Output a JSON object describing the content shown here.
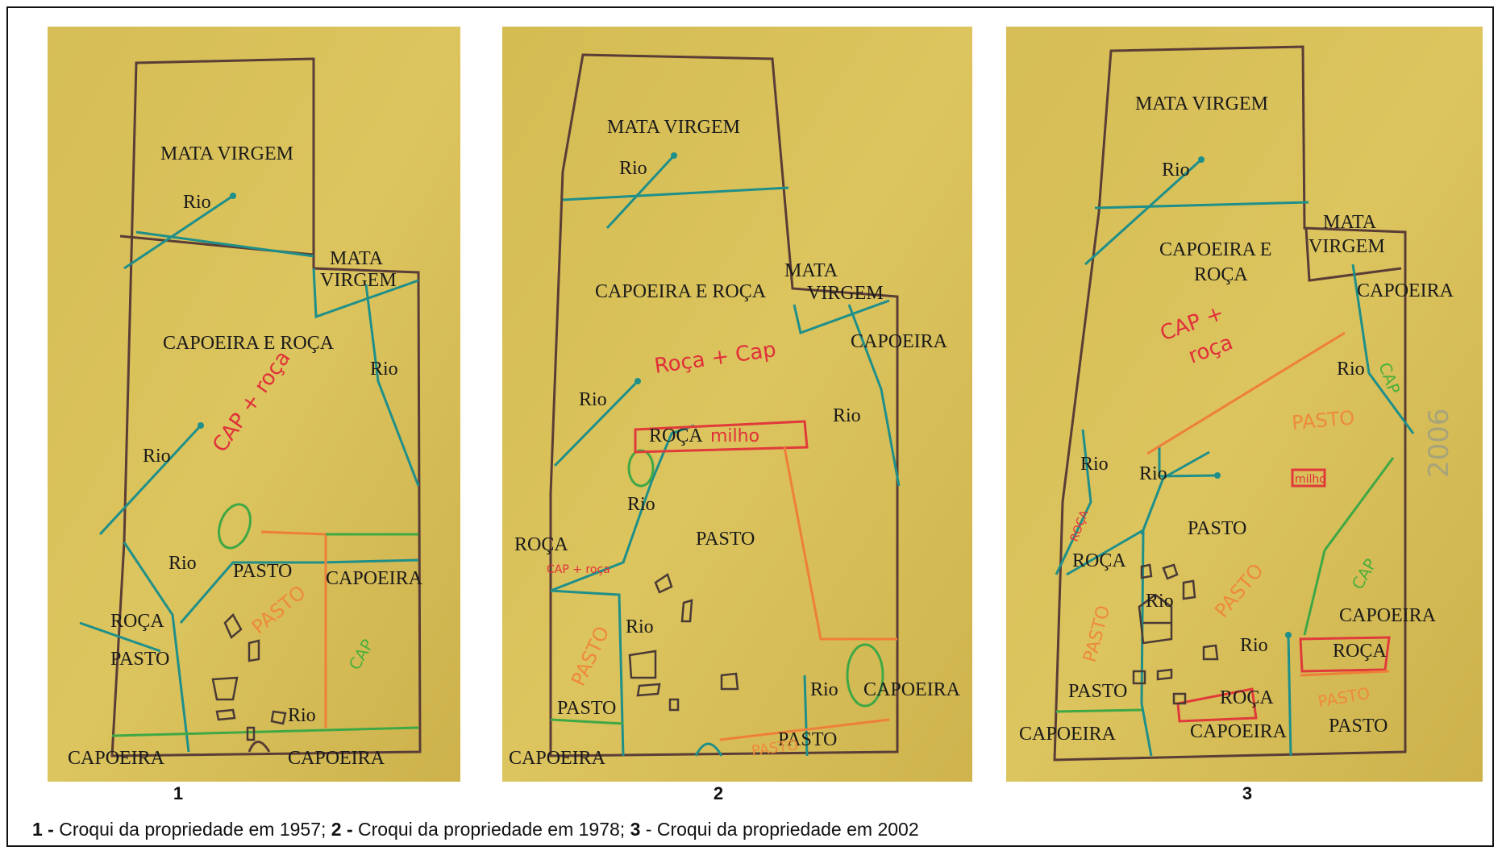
{
  "panels": [
    {
      "number": "1",
      "labels": {
        "mata_virgem": "MATA VIRGEM",
        "mata_virgem_2a": "MATA",
        "mata_virgem_2b": "VIRGEM",
        "capoeira_roca": "CAPOEIRA E ROÇA",
        "rio": "Rio",
        "pasto": "PASTO",
        "capoeira": "CAPOEIRA",
        "roca": "ROÇA"
      },
      "handwritten": {
        "cap_roca": "CAP + roça",
        "pasto": "PASTO",
        "cap": "CAP"
      }
    },
    {
      "number": "2",
      "labels": {
        "mata_virgem": "MATA VIRGEM",
        "mata_virgem_2a": "MATA",
        "mata_virgem_2b": "VIRGEM",
        "capoeira_roca": "CAPOEIRA E ROÇA",
        "rio": "Rio",
        "capoeira": "CAPOEIRA",
        "roca": "ROÇA",
        "pasto": "PASTO"
      },
      "handwritten": {
        "roca_cap": "Roça + Cap",
        "milho": "milho",
        "cap_roca": "CAP + roça",
        "pasto": "PASTO"
      }
    },
    {
      "number": "3",
      "labels": {
        "mata_virgem": "MATA VIRGEM",
        "mata_virgem_2a": "MATA",
        "mata_virgem_2b": "VIRGEM",
        "capoeira_roca_a": "CAPOEIRA E",
        "capoeira_roca_b": "ROÇA",
        "capoeira": "CAPOEIRA",
        "rio": "Rio",
        "pasto": "PASTO",
        "roca": "ROÇA"
      },
      "handwritten": {
        "cap_roca_a": "CAP +",
        "cap_roca_b": "roça",
        "pasto": "PASTO",
        "milho": "milho",
        "cap": "CAP",
        "roca": "ROÇA",
        "year": "2006"
      }
    }
  ],
  "caption": {
    "p1_num": "1 -",
    "p1_text": " Croqui da propriedade em 1957;  ",
    "p2_num": "2 -",
    "p2_text": " Croqui da propriedade em 1978; ",
    "p3_num": "3",
    "p3_text": " - Croqui da propriedade em 2002"
  },
  "colors": {
    "paper": "#d9c25a",
    "border_line": "#5a3d36",
    "river": "#1f8f8a",
    "green_marker": "#3fa845",
    "orange_marker": "#ee7f3a",
    "red_marker": "#e03a3a"
  }
}
